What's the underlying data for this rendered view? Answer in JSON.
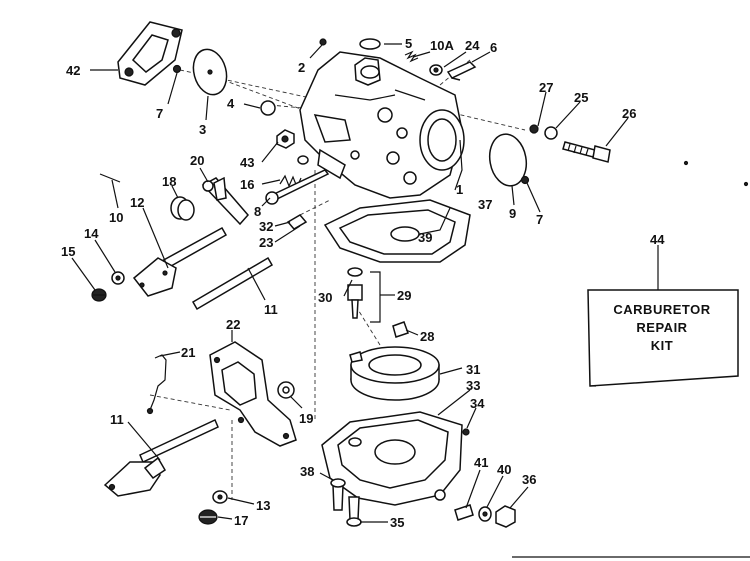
{
  "parts": [
    {
      "id": "1",
      "label": "1"
    },
    {
      "id": "2",
      "label": "2"
    },
    {
      "id": "3",
      "label": "3"
    },
    {
      "id": "4",
      "label": "4"
    },
    {
      "id": "5",
      "label": "5"
    },
    {
      "id": "6",
      "label": "6"
    },
    {
      "id": "7a",
      "label": "7"
    },
    {
      "id": "7b",
      "label": "7"
    },
    {
      "id": "8",
      "label": "8"
    },
    {
      "id": "9",
      "label": "9"
    },
    {
      "id": "10",
      "label": "10"
    },
    {
      "id": "10A",
      "label": "10A"
    },
    {
      "id": "11a",
      "label": "11"
    },
    {
      "id": "11b",
      "label": "11"
    },
    {
      "id": "12",
      "label": "12"
    },
    {
      "id": "13",
      "label": "13"
    },
    {
      "id": "14",
      "label": "14"
    },
    {
      "id": "15",
      "label": "15"
    },
    {
      "id": "16",
      "label": "16"
    },
    {
      "id": "17",
      "label": "17"
    },
    {
      "id": "18",
      "label": "18"
    },
    {
      "id": "19",
      "label": "19"
    },
    {
      "id": "20",
      "label": "20"
    },
    {
      "id": "21",
      "label": "21"
    },
    {
      "id": "22",
      "label": "22"
    },
    {
      "id": "23",
      "label": "23"
    },
    {
      "id": "24",
      "label": "24"
    },
    {
      "id": "25",
      "label": "25"
    },
    {
      "id": "26",
      "label": "26"
    },
    {
      "id": "27",
      "label": "27"
    },
    {
      "id": "28",
      "label": "28"
    },
    {
      "id": "29",
      "label": "29"
    },
    {
      "id": "30",
      "label": "30"
    },
    {
      "id": "31",
      "label": "31"
    },
    {
      "id": "32",
      "label": "32"
    },
    {
      "id": "33",
      "label": "33"
    },
    {
      "id": "34",
      "label": "34"
    },
    {
      "id": "35",
      "label": "35"
    },
    {
      "id": "36",
      "label": "36"
    },
    {
      "id": "37",
      "label": "37"
    },
    {
      "id": "38",
      "label": "38"
    },
    {
      "id": "39",
      "label": "39"
    },
    {
      "id": "40",
      "label": "40"
    },
    {
      "id": "41",
      "label": "41"
    },
    {
      "id": "42",
      "label": "42"
    },
    {
      "id": "43",
      "label": "43"
    },
    {
      "id": "44",
      "label": "44"
    }
  ],
  "kit_box": {
    "line1": "CARBURETOR",
    "line2": "REPAIR",
    "line3": "KIT"
  }
}
